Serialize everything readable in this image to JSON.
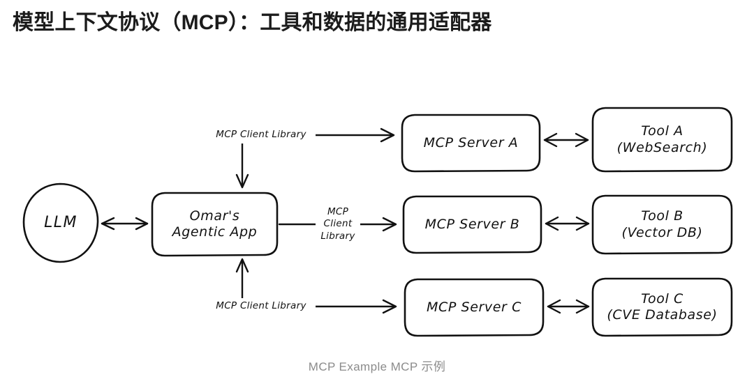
{
  "slide": {
    "title": "模型上下文协议（MCP）：工具和数据的通用适配器",
    "caption": "MCP Example  MCP 示例",
    "background_color": "#ffffff",
    "ink_color": "#111111",
    "caption_color": "#8b8b8b"
  },
  "diagram": {
    "type": "flow-diagram",
    "style": "hand-drawn",
    "nodes": [
      {
        "id": "llm",
        "shape": "ellipse",
        "lines": [
          "LLM"
        ]
      },
      {
        "id": "app",
        "shape": "rounded-rect",
        "lines": [
          "Omar's",
          "Agentic App"
        ]
      },
      {
        "id": "server_a",
        "shape": "rounded-rect",
        "lines": [
          "MCP Server A"
        ]
      },
      {
        "id": "server_b",
        "shape": "rounded-rect",
        "lines": [
          "MCP Server B"
        ]
      },
      {
        "id": "server_c",
        "shape": "rounded-rect",
        "lines": [
          "MCP Server C"
        ]
      },
      {
        "id": "tool_a",
        "shape": "rounded-rect",
        "lines": [
          "Tool A",
          "(WebSearch)"
        ]
      },
      {
        "id": "tool_b",
        "shape": "rounded-rect",
        "lines": [
          "Tool B",
          "(Vector DB)"
        ]
      },
      {
        "id": "tool_c",
        "shape": "rounded-rect",
        "lines": [
          "Tool C",
          "(CVE Database)"
        ]
      }
    ],
    "edges": [
      {
        "id": "llm_app",
        "from": "llm",
        "to": "app",
        "arrow": "both",
        "label_lines": []
      },
      {
        "id": "app_server_a",
        "from": "app",
        "to": "server_a",
        "arrow": "single",
        "label_lines": [
          "MCP Client Library"
        ]
      },
      {
        "id": "app_server_b",
        "from": "app",
        "to": "server_b",
        "arrow": "single",
        "label_lines": [
          "MCP",
          "Client",
          "Library"
        ]
      },
      {
        "id": "app_server_c",
        "from": "app",
        "to": "server_c",
        "arrow": "single",
        "label_lines": [
          "MCP Client Library"
        ]
      },
      {
        "id": "server_a_tool_a",
        "from": "server_a",
        "to": "tool_a",
        "arrow": "both",
        "label_lines": []
      },
      {
        "id": "server_b_tool_b",
        "from": "server_b",
        "to": "tool_b",
        "arrow": "both",
        "label_lines": []
      },
      {
        "id": "server_c_tool_c",
        "from": "server_c",
        "to": "tool_c",
        "arrow": "both",
        "label_lines": []
      }
    ]
  }
}
